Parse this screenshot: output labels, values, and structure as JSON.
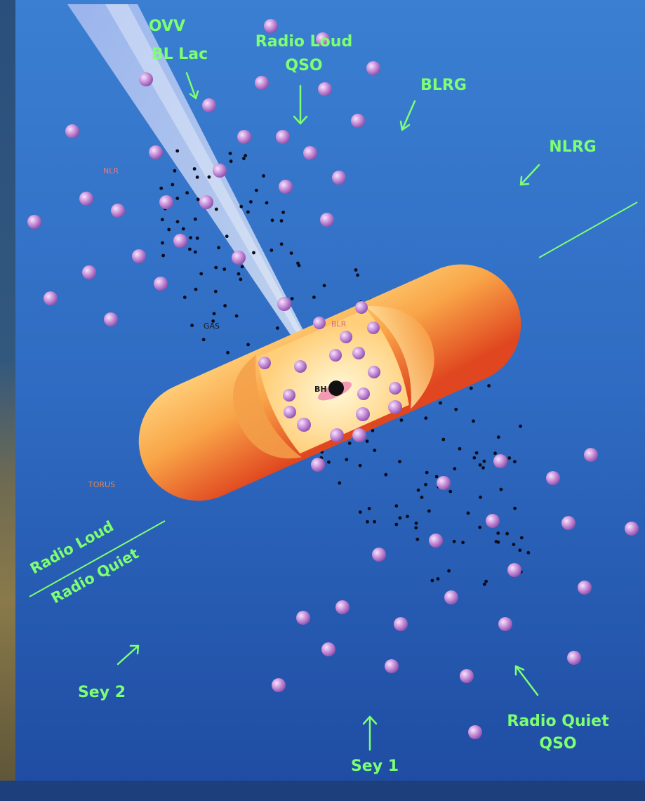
{
  "labels": {
    "ovv": "OVV",
    "bl_lac": "BL Lac",
    "radio_loud_qso_1": "Radio Loud",
    "radio_loud_qso_2": "QSO",
    "blrg": "BLRG",
    "nlrg": "NLRG",
    "nlr": "NLR",
    "gas": "GAS",
    "blr": "BLR",
    "bh": "BH",
    "torus": "TORUS",
    "radio_loud": "Radio Loud",
    "radio_quiet": "Radio Quiet",
    "sey2": "Sey 2",
    "sey1": "Sey 1",
    "radio_quiet_qso_1": "Radio Quiet",
    "radio_quiet_qso_2": "QSO"
  },
  "colors": {
    "label_green": "#7dff72",
    "background_top": "#3d84d6",
    "background_bottom": "#1f4da3",
    "torus_light": "#ffd27a",
    "torus_dark": "#e0461f",
    "cloud": "#c48ad6",
    "jet": "#e8ecff"
  }
}
